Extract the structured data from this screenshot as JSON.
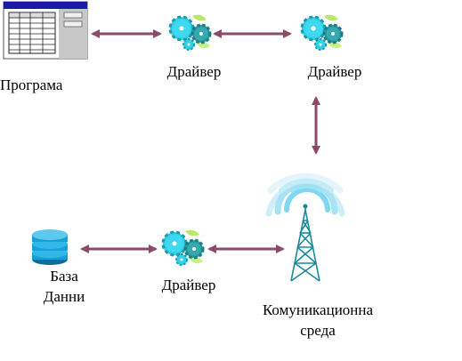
{
  "nodes": {
    "program": {
      "label": "Програма"
    },
    "driver_top_left": {
      "label": "Драйвер"
    },
    "driver_top_right": {
      "label": "Драйвер"
    },
    "driver_bottom": {
      "label": "Драйвер"
    },
    "database": {
      "label_line1": "База",
      "label_line2": "Данни"
    },
    "medium": {
      "label_line1": "Комуникационна",
      "label_line2": "среда"
    }
  },
  "edges": [
    {
      "from": "program",
      "to": "driver_top_left",
      "style": "double-arrow"
    },
    {
      "from": "driver_top_left",
      "to": "driver_top_right",
      "style": "double-arrow"
    },
    {
      "from": "driver_top_right",
      "to": "medium",
      "style": "double-arrow"
    },
    {
      "from": "database",
      "to": "driver_bottom",
      "style": "double-arrow"
    },
    {
      "from": "driver_bottom",
      "to": "medium",
      "style": "double-arrow"
    }
  ],
  "colors": {
    "arrow": "#8a4a6a",
    "gear_cyan": "#30d0e8",
    "gear_teal": "#2a9aa0",
    "gear_leaf": "#b8e86a",
    "tower": "#1a8a9a",
    "signal": "#7fd8f0",
    "database": "#1aa0d8",
    "window_title": "#1a1aa8"
  },
  "icons": {
    "program": "application-window-icon",
    "driver": "gears-icon",
    "database": "database-icon",
    "medium": "radio-tower-icon"
  }
}
